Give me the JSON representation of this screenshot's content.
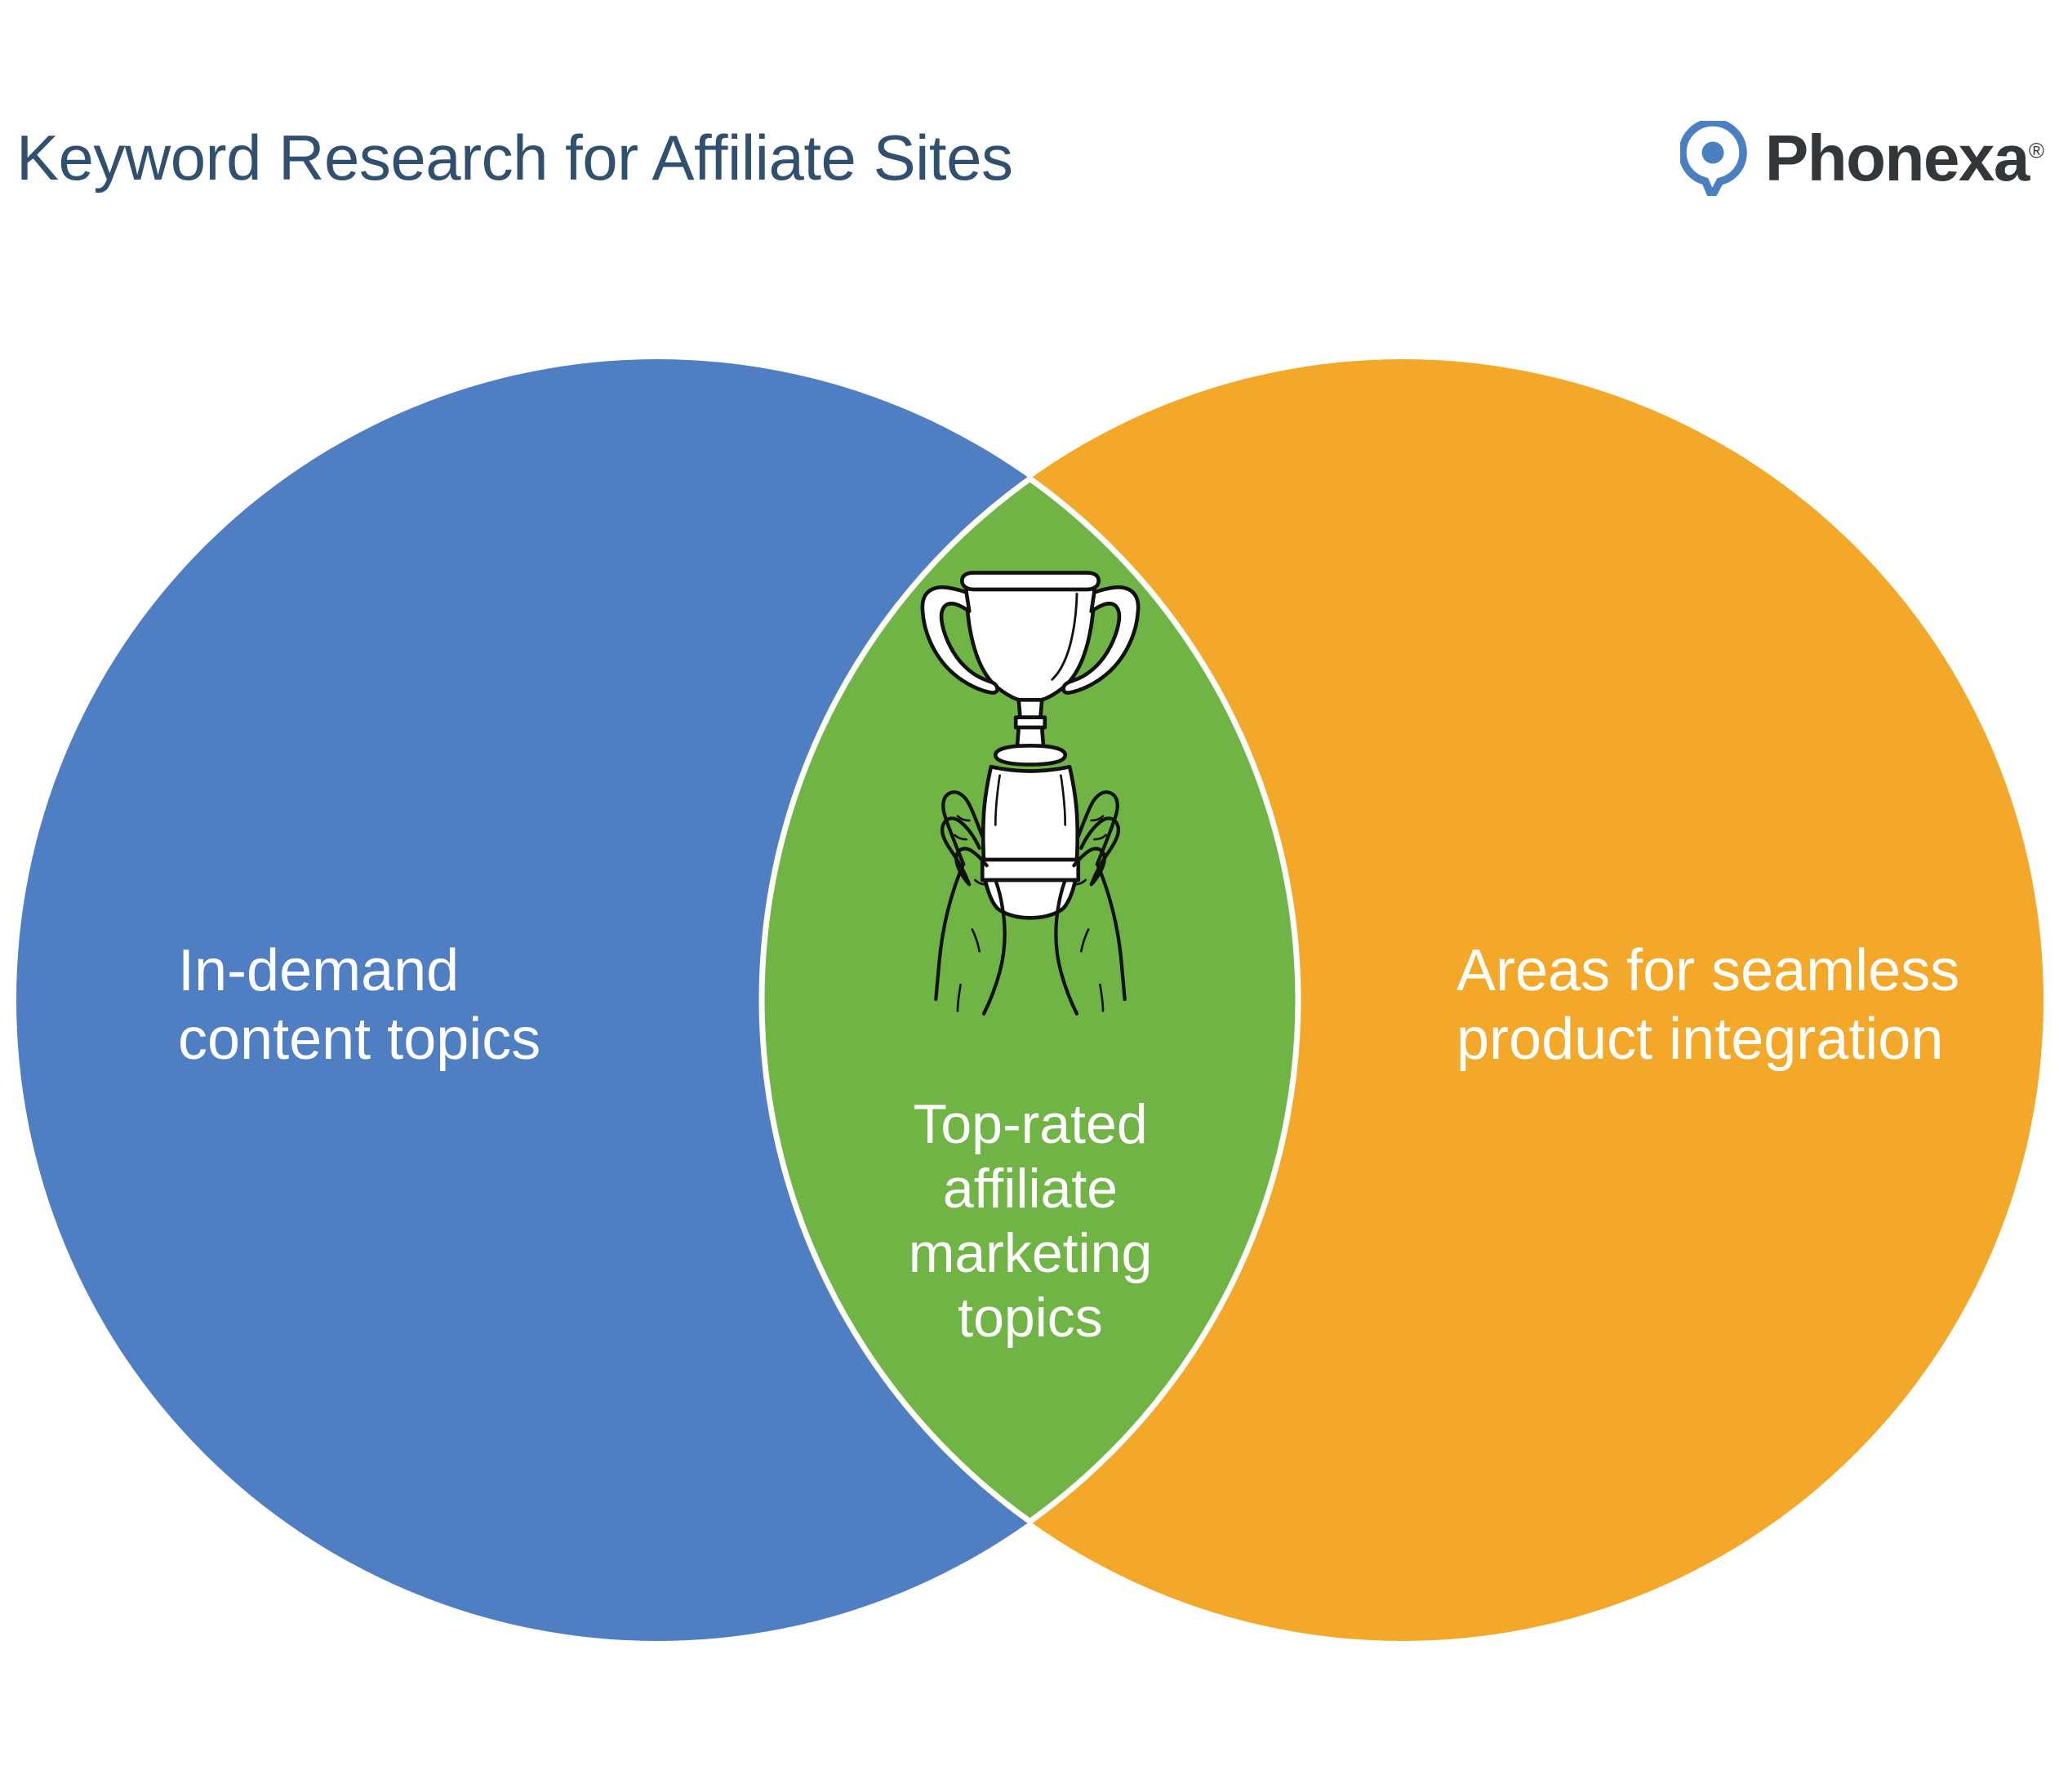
{
  "header": {
    "title": "Keyword Research for Affiliate Sites",
    "brand": {
      "name": "Phonexa",
      "trademark": "®",
      "mark_icon": "phonexa-pin-icon"
    }
  },
  "chart_data": {
    "type": "diagram",
    "subtype": "venn-2-set",
    "title": "Keyword Research for Affiliate Sites",
    "grid": false,
    "legend": "none",
    "sets": [
      {
        "id": "left",
        "label": "In-demand content topics",
        "color": "#4f7fc2",
        "text_color": "#ffffff",
        "align": "left"
      },
      {
        "id": "right",
        "label": "Areas for seamless product integration",
        "color": "#f4a82a",
        "text_color": "#ffffff",
        "align": "left"
      }
    ],
    "intersection": {
      "id": "center",
      "label": "Top-rated affiliate marketing topics",
      "color": "#6fb444",
      "text_color": "#ffffff",
      "align": "center",
      "icon": "trophy-in-hands-icon"
    },
    "stroke_color": "#ffffff",
    "stroke_width": 6,
    "background": "#ffffff"
  },
  "colors": {
    "left_set": "#4f7fc2",
    "right_set": "#f4a82a",
    "intersection": "#6fb444",
    "title": "#31506f",
    "brand_mark": "#4a7fc1",
    "brand_text": "#333739",
    "label_text": "#ffffff",
    "background": "#ffffff",
    "illustration_line": "#1a1a1a",
    "illustration_fill": "#ffffff"
  }
}
